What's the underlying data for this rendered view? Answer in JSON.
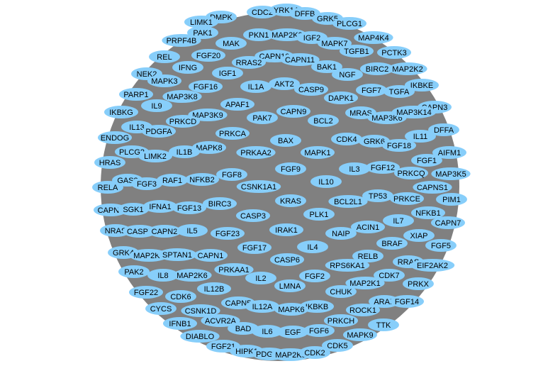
{
  "colors": {
    "background": "#ffffff",
    "disk": "#808080",
    "node_fill": "#87cefa",
    "label": "#000000"
  },
  "nodes": [
    {
      "label": "DMPK"
    },
    {
      "label": "CDC2"
    },
    {
      "label": "YRK1A"
    },
    {
      "label": "DFFB"
    },
    {
      "label": "GRK5"
    },
    {
      "label": "LIMK1"
    },
    {
      "label": "PLCG1"
    },
    {
      "label": "PAK1"
    },
    {
      "label": "PKN1"
    },
    {
      "label": "MAP2K3"
    },
    {
      "label": "IGF2"
    },
    {
      "label": "MAP4K4"
    },
    {
      "label": "PRPF4B"
    },
    {
      "label": "MAK"
    },
    {
      "label": "MAPK7"
    },
    {
      "label": "TGFB1"
    },
    {
      "label": "PCTK3"
    },
    {
      "label": "REL"
    },
    {
      "label": "FGF20"
    },
    {
      "label": "CAPN10"
    },
    {
      "label": "CAPN11"
    },
    {
      "label": "IFNG"
    },
    {
      "label": "RRAS2"
    },
    {
      "label": "BAK1"
    },
    {
      "label": "BIRC2"
    },
    {
      "label": "MAP2K2"
    },
    {
      "label": "NEK2"
    },
    {
      "label": "IGF1"
    },
    {
      "label": "NGF"
    },
    {
      "label": "MAPK3"
    },
    {
      "label": "IKBKE"
    },
    {
      "label": "FGF16"
    },
    {
      "label": "IL1A"
    },
    {
      "label": "AKT2"
    },
    {
      "label": "CASP9"
    },
    {
      "label": "FGF7"
    },
    {
      "label": "TGFA"
    },
    {
      "label": "PARP1"
    },
    {
      "label": "MAP3K8"
    },
    {
      "label": "DAPK1"
    },
    {
      "label": "IL9"
    },
    {
      "label": "APAF1"
    },
    {
      "label": "CAPN3"
    },
    {
      "label": "IKBKG"
    },
    {
      "label": "MAP3K9"
    },
    {
      "label": "CAPN9"
    },
    {
      "label": "MRAS"
    },
    {
      "label": "MAP3K6"
    },
    {
      "label": "MAP3K14"
    },
    {
      "label": "PRKCD"
    },
    {
      "label": "PAK7"
    },
    {
      "label": "BCL2"
    },
    {
      "label": "IL11"
    },
    {
      "label": "IL13"
    },
    {
      "label": "DFFA"
    },
    {
      "label": "PDGFA"
    },
    {
      "label": "ENDOG"
    },
    {
      "label": "PRKCA"
    },
    {
      "label": "CDK4"
    },
    {
      "label": "GRK6"
    },
    {
      "label": "MAPK8"
    },
    {
      "label": "BAX"
    },
    {
      "label": "FGF18"
    },
    {
      "label": "PLCG2"
    },
    {
      "label": "LIMK2"
    },
    {
      "label": "IL1B"
    },
    {
      "label": "PRKAA2"
    },
    {
      "label": "MAPK1"
    },
    {
      "label": "AIFM1"
    },
    {
      "label": "HRAS"
    },
    {
      "label": "FGF1"
    },
    {
      "label": "FGF9"
    },
    {
      "label": "IL3"
    },
    {
      "label": "FGF12"
    },
    {
      "label": "GAS2"
    },
    {
      "label": "FGF8"
    },
    {
      "label": "PRKCQ"
    },
    {
      "label": "MAP3K5"
    },
    {
      "label": "RAF1"
    },
    {
      "label": "NFKB2"
    },
    {
      "label": "FGF3"
    },
    {
      "label": "IL10"
    },
    {
      "label": "RELA"
    },
    {
      "label": "CSNK1A1"
    },
    {
      "label": "CAPNS1"
    },
    {
      "label": "TP53"
    },
    {
      "label": "PRKCE"
    },
    {
      "label": "KRAS"
    },
    {
      "label": "BCL2L1"
    },
    {
      "label": "PIM1"
    },
    {
      "label": "BIRC3"
    },
    {
      "label": "IFNA1"
    },
    {
      "label": "FGF13"
    },
    {
      "label": "CAPN8"
    },
    {
      "label": "SGK1"
    },
    {
      "label": "NFKB1"
    },
    {
      "label": "CASP3"
    },
    {
      "label": "PLK1"
    },
    {
      "label": "IL7"
    },
    {
      "label": "CAPN7"
    },
    {
      "label": "ACIN1"
    },
    {
      "label": "NRAS"
    },
    {
      "label": "CASP7"
    },
    {
      "label": "CAPN2"
    },
    {
      "label": "IL5"
    },
    {
      "label": "FGF23"
    },
    {
      "label": "IRAK1"
    },
    {
      "label": "NAIP"
    },
    {
      "label": "XIAP"
    },
    {
      "label": "BRAF"
    },
    {
      "label": "FGF5"
    },
    {
      "label": "FGF17"
    },
    {
      "label": "IL4"
    },
    {
      "label": "GRK4"
    },
    {
      "label": "MAP2K4"
    },
    {
      "label": "SPTAN1"
    },
    {
      "label": "CAPN1"
    },
    {
      "label": "RELB"
    },
    {
      "label": "CASP6"
    },
    {
      "label": "RRAS"
    },
    {
      "label": "RPS6KA1"
    },
    {
      "label": "EIF2AK2"
    },
    {
      "label": "PAK2"
    },
    {
      "label": "PRKAA1"
    },
    {
      "label": "IL8"
    },
    {
      "label": "MAP2K6"
    },
    {
      "label": "CDK7"
    },
    {
      "label": "FGF2"
    },
    {
      "label": "IL2"
    },
    {
      "label": "MAP2K1"
    },
    {
      "label": "PRKX"
    },
    {
      "label": "LMNA"
    },
    {
      "label": "IL12B"
    },
    {
      "label": "CHUK"
    },
    {
      "label": "FGF22"
    },
    {
      "label": "CDK6"
    },
    {
      "label": "ARAF"
    },
    {
      "label": "FGF14"
    },
    {
      "label": "CAPN5"
    },
    {
      "label": "IKBKB"
    },
    {
      "label": "CYCS"
    },
    {
      "label": "IL12A"
    },
    {
      "label": "MAPK6"
    },
    {
      "label": "ROCK1"
    },
    {
      "label": "CSNK1D"
    },
    {
      "label": "IFNB1"
    },
    {
      "label": "ACVR2A"
    },
    {
      "label": "PRKCH"
    },
    {
      "label": "TTK"
    },
    {
      "label": "BAD"
    },
    {
      "label": "IL6"
    },
    {
      "label": "EGF"
    },
    {
      "label": "FGF6"
    },
    {
      "label": "MAPK9"
    },
    {
      "label": "DIABLO"
    },
    {
      "label": "CDK5"
    },
    {
      "label": "FGF21"
    },
    {
      "label": "HIPK1"
    },
    {
      "label": "PDGFB"
    },
    {
      "label": "MAP2K5"
    },
    {
      "label": "CDK2"
    }
  ]
}
